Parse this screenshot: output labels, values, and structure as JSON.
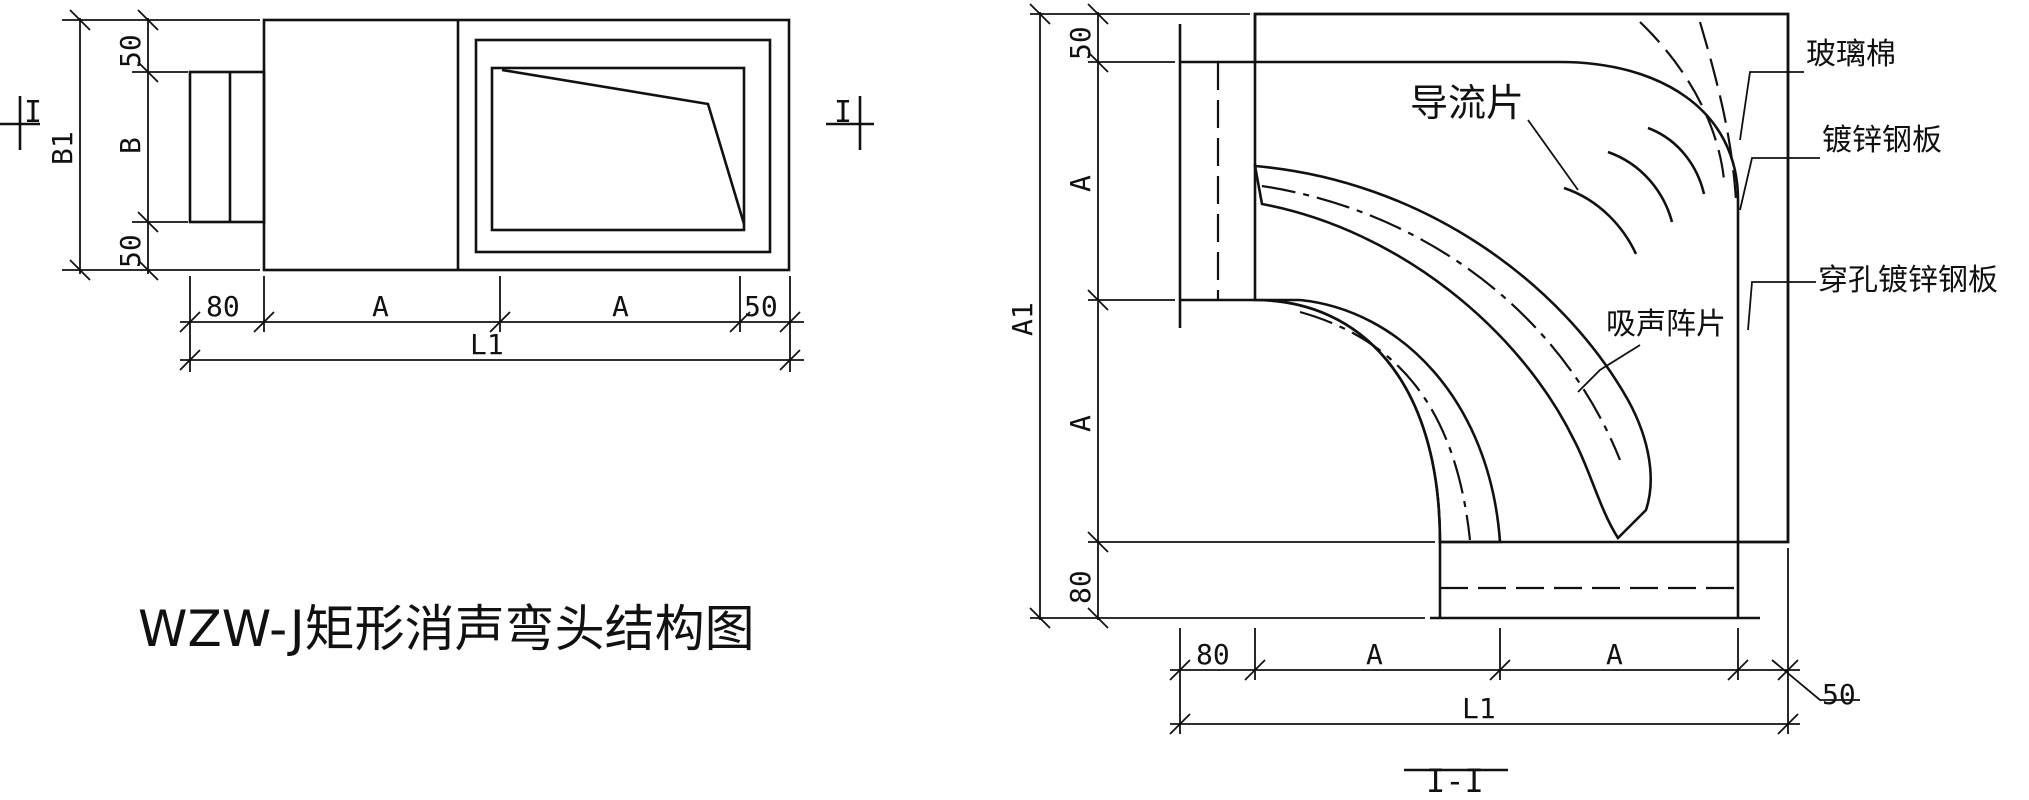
{
  "title": "WZW-J矩形消声弯头结构图",
  "section_label": "I-I",
  "front_view": {
    "section_mark_left": "I",
    "section_mark_right": "I",
    "dims_vertical": {
      "b1": "B1",
      "top": "50",
      "middle": "B",
      "bottom": "50"
    },
    "dims_horizontal": {
      "d1": "80",
      "d2": "A",
      "d3": "A",
      "d4": "50",
      "total": "L1"
    }
  },
  "section_view": {
    "callouts": {
      "glass_wool": "玻璃棉",
      "galvanized_sheet": "镀锌钢板",
      "guide_vane": "导流片",
      "perforated_sheet": "穿孔镀锌钢板",
      "absorber": "吸声阵片"
    },
    "dims_vertical": {
      "a1": "A1",
      "top": "50",
      "upper": "A",
      "lower": "A",
      "bottom": "80"
    },
    "dims_horizontal": {
      "d1": "80",
      "d2": "A",
      "d3": "A",
      "d4": "50",
      "total": "L1"
    }
  },
  "colors": {
    "line": "#111111",
    "background": "#ffffff"
  }
}
